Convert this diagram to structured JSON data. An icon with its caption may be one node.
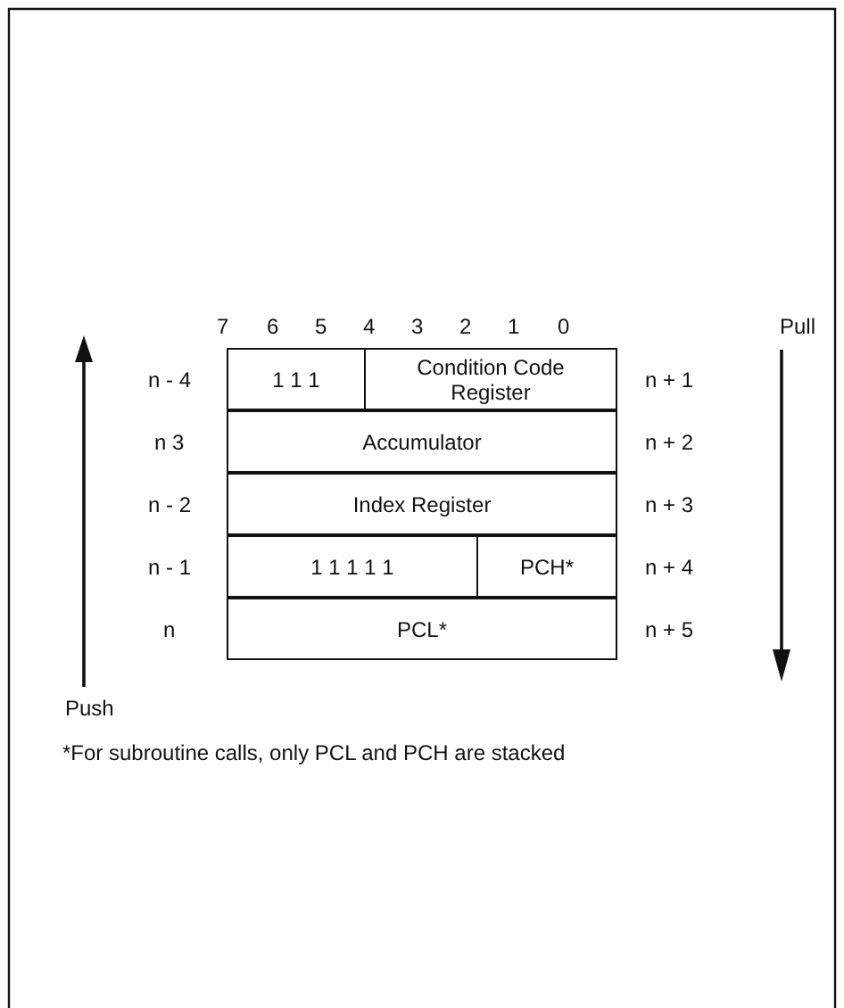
{
  "diagram": {
    "nodes": [
      {
        "text": [
          "1 1 1"
        ]
      },
      {
        "text": [
          "Condition Code Register"
        ]
      },
      {
        "text": [
          "Accumulator"
        ]
      },
      {
        "text": [
          "Index Register"
        ]
      },
      {
        "text": [
          "1 1 1 1 1"
        ]
      },
      {
        "text": [
          "PCH*"
        ]
      },
      {
        "text": [
          "PCL*"
        ]
      }
    ],
    "labels": [
      "7",
      "6",
      "5",
      "4",
      "3",
      "2",
      "1",
      "0",
      "Pull",
      "n - 4",
      "n + 1",
      "n 3",
      "n + 2",
      "n - 2",
      "n + 3",
      "n - 1",
      "n + 4",
      "n",
      "n + 5",
      "Push",
      "*For subroutine calls, only PCL and PCH are stacked"
    ]
  }
}
